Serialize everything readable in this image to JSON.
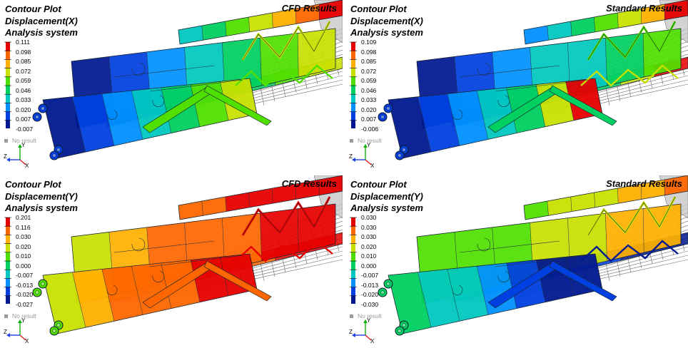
{
  "panels": [
    {
      "id": "cfd-displacement-x",
      "title_line1": "Contour Plot",
      "title_line2": "Displacement(X)",
      "title_line3": "Analysis system",
      "badge": "CFD Results",
      "legend_values": [
        "0.111",
        "0.098",
        "0.085",
        "0.072",
        "0.059",
        "0.046",
        "0.033",
        "0.020",
        "0.007",
        "-0.007"
      ],
      "no_result_label": "No result",
      "scheme": "x-cfd"
    },
    {
      "id": "standard-displacement-x",
      "title_line1": "Contour Plot",
      "title_line2": "Displacement(X)",
      "title_line3": "Analysis system",
      "badge": "Standard Results",
      "legend_values": [
        "0.109",
        "0.098",
        "0.085",
        "0.072",
        "0.059",
        "0.046",
        "0.033",
        "0.020",
        "0.007",
        "-0.006"
      ],
      "no_result_label": "No result",
      "scheme": "x-std"
    },
    {
      "id": "cfd-displacement-y",
      "title_line1": "Contour Plot",
      "title_line2": "Displacement(Y)",
      "title_line3": "Analysis system",
      "badge": "CFD Results",
      "legend_values": [
        "0.201",
        "0.116",
        "0.030",
        "0.020",
        "0.010",
        "0.000",
        "-0.007",
        "-0.013",
        "-0.020",
        "-0.027"
      ],
      "no_result_label": "No result",
      "scheme": "y-cfd"
    },
    {
      "id": "standard-displacement-y",
      "title_line1": "Contour Plot",
      "title_line2": "Displacement(Y)",
      "title_line3": "Analysis system",
      "badge": "Standard Results",
      "legend_values": [
        "0.030",
        "0.030",
        "0.030",
        "0.020",
        "0.010",
        "0.000",
        "-0.007",
        "-0.013",
        "-0.020",
        "-0.030"
      ],
      "no_result_label": "No result",
      "scheme": "y-std"
    }
  ],
  "axis_labels": {
    "z": "Z",
    "y": "Y",
    "x": "X"
  },
  "colors": {
    "band_colors": [
      "#e60000",
      "#ff6600",
      "#ffb000",
      "#c8e000",
      "#50e000",
      "#00d060",
      "#00c8c0",
      "#0090ff",
      "#0040e0",
      "#001890"
    ],
    "no_result": "#9a9a9a",
    "background": "#ffffff"
  }
}
